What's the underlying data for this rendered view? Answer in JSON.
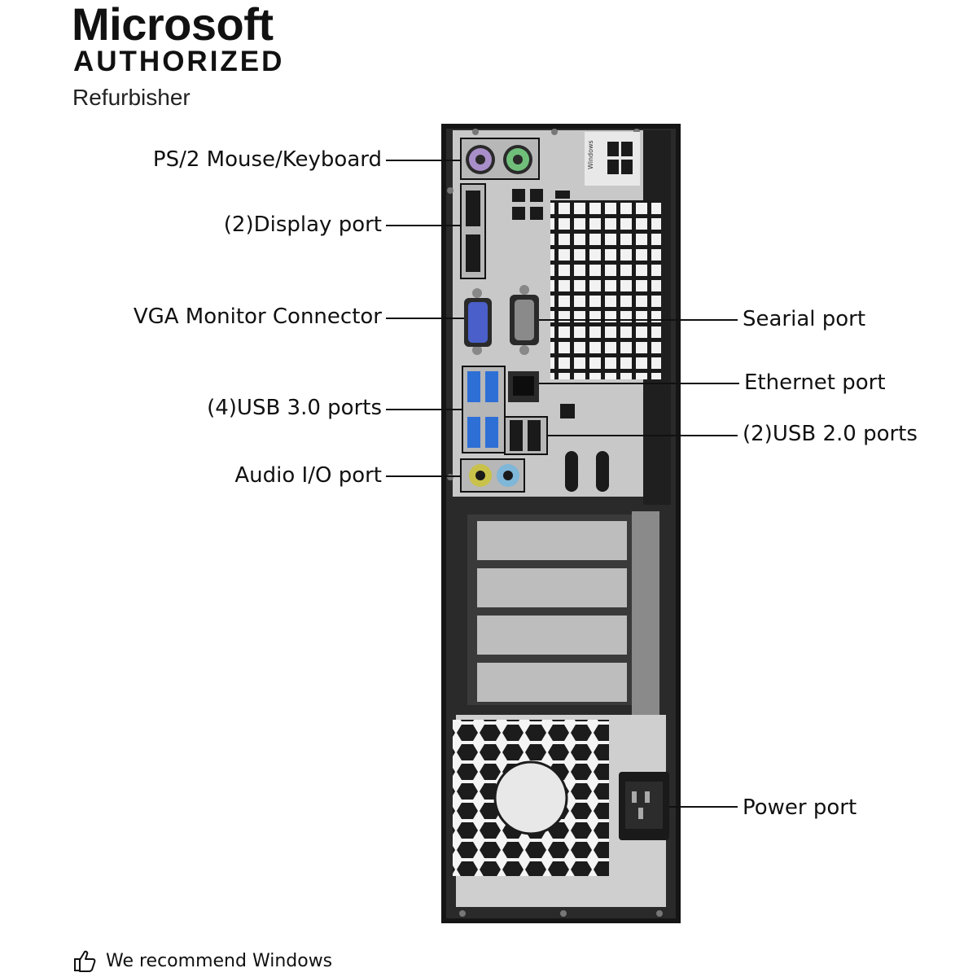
{
  "brand": {
    "name": "Microsoft",
    "authorized": "AUTHORIZED",
    "tagline": "Refurbisher"
  },
  "labels": {
    "ps2": "PS/2 Mouse/Keyboard",
    "display_port": "(2)Display port",
    "vga": "VGA Monitor Connector",
    "usb3": "(4)USB 3.0 ports",
    "audio": "Audio I/O port",
    "serial": "Searial port",
    "ethernet": "Ethernet port",
    "usb2": "(2)USB 2.0 ports",
    "power": "Power port"
  },
  "case_sticker": "Windows",
  "footer": {
    "text": "We recommend Windows",
    "icon": "thumbs-up-icon"
  },
  "colors": {
    "case": "#151515",
    "panel": "#c9c9c9",
    "ps2_mouse": "#a98fc9",
    "ps2_keyboard": "#6fbf7a",
    "vga": "#4a5fc9",
    "usb3": "#2e6fd6",
    "audio_line_out": "#c9c24a",
    "audio_mic": "#7fb7d8"
  }
}
